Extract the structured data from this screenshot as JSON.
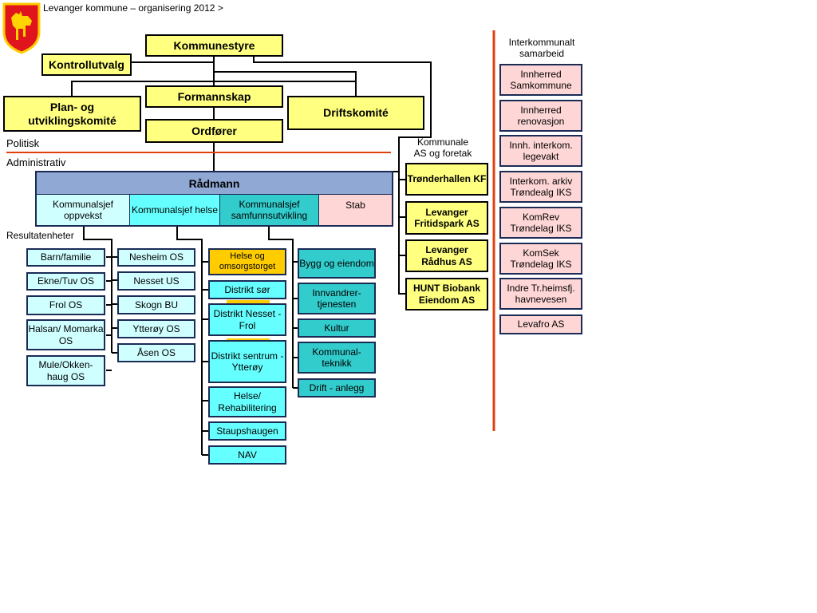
{
  "title": "Levanger kommune – organisering 2012 >",
  "political": {
    "kommunestyre": "Kommunestyre",
    "kontrollutvalg": "Kontrollutvalg",
    "formannskap": "Formannskap",
    "ordforer": "Ordfører",
    "plan": "Plan- og utviklingskomité",
    "drift": "Driftskomité"
  },
  "labels": {
    "politisk": "Politisk",
    "administrativ": "Administrativ",
    "resultatenheter": "Resultatenheter",
    "kommunale": "Kommunale AS og foretak",
    "interkommunalt": "Interkommunalt samarbeid"
  },
  "admin": {
    "radmann": "Rådmann",
    "ks_oppvekst": "Kommunalsjef oppvekst",
    "ks_helse": "Kommunalsjef helse",
    "ks_samfunn": "Kommunalsjef samfunnsutvikling",
    "stab": "Stab"
  },
  "oppvekst_left": [
    "Barn/familie",
    "Ekne/Tuv OS",
    "Frol OS",
    "Halsan/ Momarka OS",
    "Mule/Okken- haug OS"
  ],
  "oppvekst_right": [
    "Nesheim OS",
    "Nesset US",
    "Skogn BU",
    "Ytterøy OS",
    "Åsen OS"
  ],
  "helse": [
    "Helse og omsorgstorget",
    "Distrikt sør",
    "Distrikt Nesset - Frol",
    "Distrikt sentrum - Ytterøy",
    "Helse/ Rehabilitering",
    "Staupshaugen",
    "NAV"
  ],
  "samfunn": [
    "Bygg og eiendom",
    "Innvandrer- tjenesten",
    "Kultur",
    "Kommunal- teknikk",
    "Drift - anlegg"
  ],
  "kommunale": [
    "Trønderhallen KF",
    "Levanger Fritidspark AS",
    "Levanger Rådhus AS",
    "HUNT Biobank Eiendom AS"
  ],
  "interkommunalt": [
    "Innherred Samkommune",
    "Innherred renovasjon",
    "Innh. interkom. legevakt",
    "Interkom. arkiv Trøndealg IKS",
    "KomRev Trøndelag IKS",
    "KomSek Trøndelag IKS",
    "Indre Tr.heimsfj. havnevesen",
    "Levafro AS"
  ],
  "colors": {
    "yellow": "#ffff80",
    "light_cyan": "#d0ffff",
    "cyan": "#66ffff",
    "teal": "#33cccc",
    "pink": "#ffd6d6",
    "orange": "#ffcc00",
    "header_blue": "#8fa8d4",
    "divider_red": "#e04010"
  }
}
